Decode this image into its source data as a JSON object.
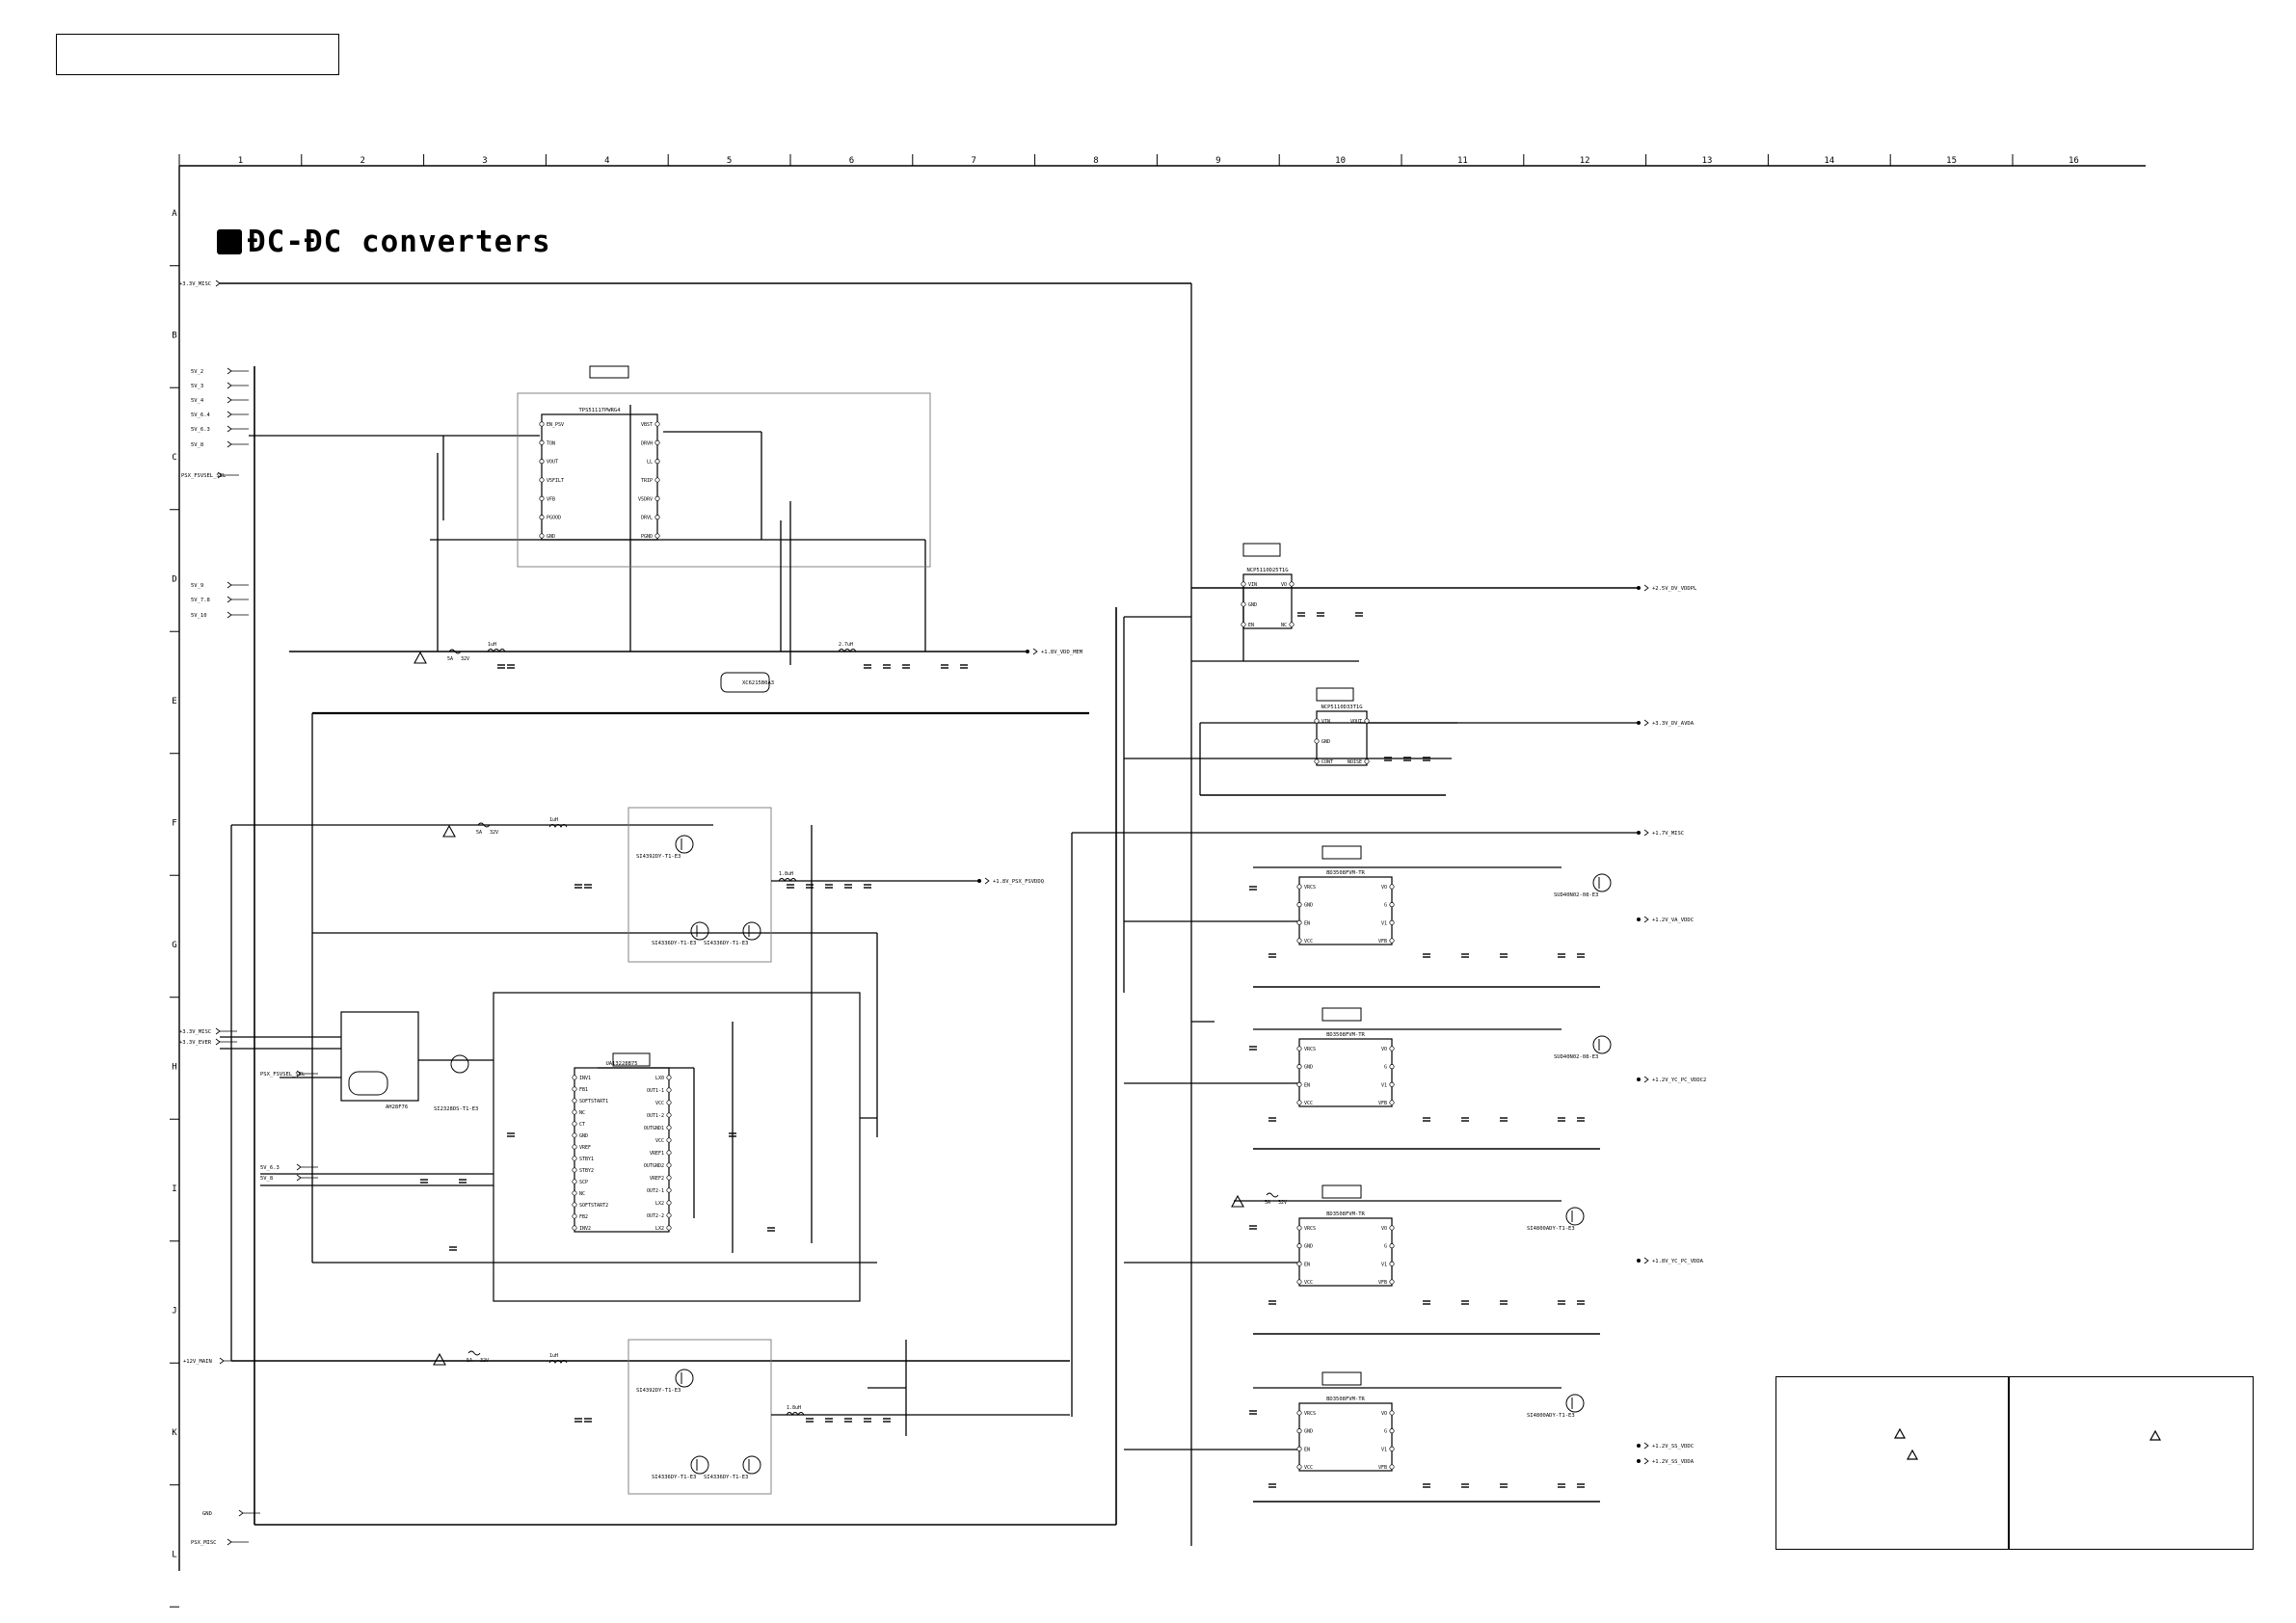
{
  "title": "ÐC-ÐC converters",
  "frame": {
    "columns": [
      "1",
      "2",
      "3",
      "4",
      "5",
      "6",
      "7",
      "8",
      "9",
      "10",
      "11",
      "12",
      "13",
      "14",
      "15",
      "16"
    ],
    "rows": [
      "A",
      "B",
      "C",
      "D",
      "E",
      "F",
      "G",
      "H",
      "I",
      "J",
      "K",
      "L"
    ]
  },
  "input_ports": [
    {
      "label": "+3.3V_MISC"
    },
    {
      "label": "5V_2"
    },
    {
      "label": "5V_3"
    },
    {
      "label": "5V_4"
    },
    {
      "label": "5V_6.4"
    },
    {
      "label": "5V_6.3"
    },
    {
      "label": "5V_8"
    },
    {
      "label": "PSX_FSVSEL_SEL"
    },
    {
      "label": "5V_9"
    },
    {
      "label": "5V_7.8"
    },
    {
      "label": "5V_10"
    },
    {
      "label": "+3.3V_MISC"
    },
    {
      "label": "+3.3V_EVER"
    },
    {
      "label": "PSX_FSVSEL_SEL"
    },
    {
      "label": "5V_6.3"
    },
    {
      "label": "5V_8"
    },
    {
      "label": "+12V_MAIN"
    },
    {
      "label": "GND"
    },
    {
      "label": "PSX_MISC"
    }
  ],
  "output_ports": [
    {
      "label": "+1.8V_VDD_MEM"
    },
    {
      "label": "+2.5V_DV_VDDPL"
    },
    {
      "label": "+3.3V_DV_AVDA"
    },
    {
      "label": "+1.7V_MISC"
    },
    {
      "label": "+1.8V_PSX_FSVDDQ"
    },
    {
      "label": "+1.2V_VA_VDDC"
    },
    {
      "label": "+1.2V_YC_PC_VDDC2"
    },
    {
      "label": "+1.8V_YC_PC_VDDA"
    },
    {
      "label": "+1.2V_SS_VDDC"
    },
    {
      "label": "+1.2V_SS_VDDA"
    }
  ],
  "ics": [
    {
      "name": "TPS51117PWRG4",
      "pins_left": [
        "EN_PSV",
        "TON",
        "VOUT",
        "V5FILT",
        "VFB",
        "PGOOD",
        "GND"
      ],
      "pins_right": [
        "VBST",
        "DRVH",
        "LL",
        "TRIP",
        "V5DRV",
        "DRVL",
        "PGND"
      ]
    },
    {
      "name": "UA13228B75",
      "pins_left": [
        "INV1",
        "FB1",
        "SOFTSTART1",
        "NC",
        "CT",
        "GND",
        "VREF",
        "STBY1",
        "STBY2",
        "SCP",
        "NC",
        "SOFTSTART2",
        "FB2",
        "INV2"
      ],
      "pins_right": [
        "LX0",
        "OUT1-1",
        "VCC",
        "OUT1-2",
        "OUTGND1",
        "VCC",
        "VREF1",
        "OUTGND2",
        "VREF2",
        "OUT2-1",
        "LX2",
        "OUT2-2",
        "LX2"
      ]
    },
    {
      "name": "NCP5110D25T1G",
      "pins_left": [
        "VIN",
        "GND",
        "EN"
      ],
      "pins_right": [
        "VO",
        "NC"
      ]
    },
    {
      "name": "NCP5110D33T1G",
      "pins_left": [
        "VIN",
        "GND",
        "CONT"
      ],
      "pins_right": [
        "VOUT",
        "NOISE"
      ]
    },
    {
      "name": "BD3508FVM-TR",
      "pins_left": [
        "VRCS",
        "GND",
        "EN",
        "VCC"
      ],
      "pins_right": [
        "VO",
        "G",
        "V1",
        "VFB"
      ]
    },
    {
      "name": "BD3508FVM-TR",
      "pins_left": [
        "VRCS",
        "GND",
        "EN",
        "VCC"
      ],
      "pins_right": [
        "VO",
        "G",
        "V1",
        "VFB"
      ]
    },
    {
      "name": "BD3508FVM-TR",
      "pins_left": [
        "VRCS",
        "GND",
        "EN",
        "VCC"
      ],
      "pins_right": [
        "VO",
        "G",
        "V1",
        "VFB"
      ]
    },
    {
      "name": "BD3508FVM-TR",
      "pins_left": [
        "VRCS",
        "GND",
        "EN",
        "VCC"
      ],
      "pins_right": [
        "VO",
        "G",
        "V1",
        "VFB"
      ]
    }
  ],
  "transistors": [
    {
      "label": "SI4392DY-T1-E3"
    },
    {
      "label": "SI4336DY-T1-E3"
    },
    {
      "label": "SI4336DY-T1-E3"
    },
    {
      "label": "SI2328DS-T1-E3"
    },
    {
      "label": "SI4392DY-T1-E3"
    },
    {
      "label": "SI4336DY-T1-E3"
    },
    {
      "label": "SI4336DY-T1-E3"
    },
    {
      "label": "SUD40N02-08-E3"
    },
    {
      "label": "SUD40N02-08-E3"
    },
    {
      "label": "SI4800ADY-T1-E3"
    },
    {
      "label": "SI4800ADY-T1-E3"
    },
    {
      "label": "XC6215B0A3"
    },
    {
      "label": "AH28F76"
    }
  ],
  "fuses": [
    {
      "label": "5A",
      "note": "32V"
    },
    {
      "label": "5A",
      "note": "32V"
    },
    {
      "label": "5A",
      "note": "32V"
    },
    {
      "label": "5A",
      "note": "32V"
    }
  ],
  "inductors": [
    "1uH",
    "2.7uH",
    "1uH",
    "1.8uH",
    "1uH",
    "1.8uH"
  ]
}
